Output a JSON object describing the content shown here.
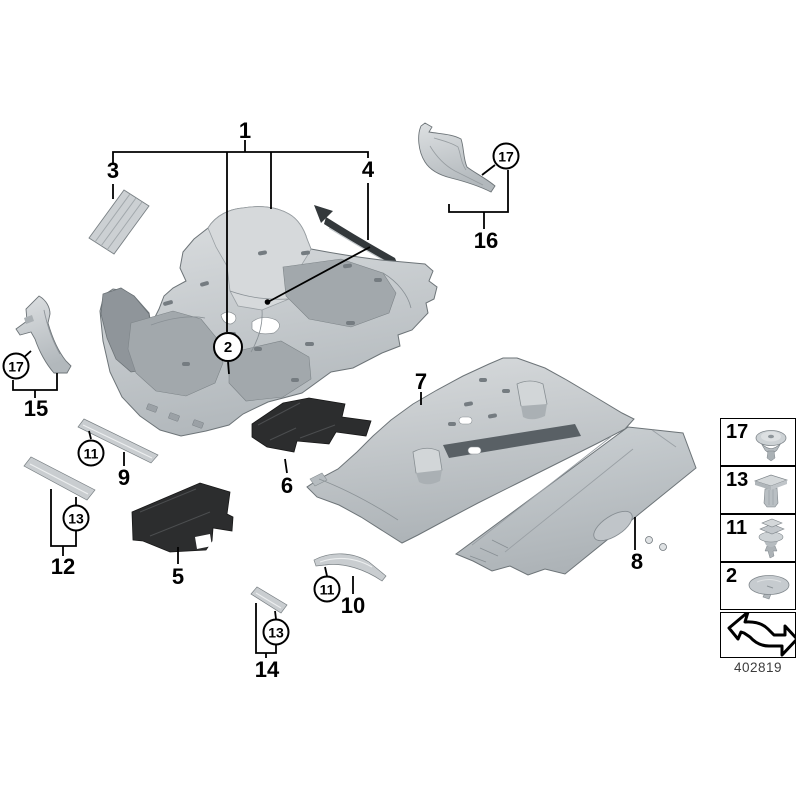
{
  "figure": {
    "type": "exploded-parts-diagram",
    "callouts": {
      "1": "1",
      "2": "2",
      "3": "3",
      "4": "4",
      "5": "5",
      "6": "6",
      "7": "7",
      "8": "8",
      "9": "9",
      "10": "10",
      "11": "11",
      "12": "12",
      "13": "13",
      "14": "14",
      "15": "15",
      "16": "16",
      "17": "17"
    },
    "legend": {
      "items": [
        {
          "number": "17",
          "icon": "expanding-rivet-icon"
        },
        {
          "number": "13",
          "icon": "expanding-nut-icon"
        },
        {
          "number": "11",
          "icon": "clip-with-washer-icon"
        },
        {
          "number": "2",
          "icon": "cover-cap-icon"
        }
      ],
      "footer_icon": "bent-arrow-icon",
      "diagram_number": "402819"
    },
    "colors": {
      "part_gray": "#c6cbce",
      "part_gray_light": "#dde0e2",
      "insulation_dark": "#2c2d2e",
      "line_black": "#000000"
    }
  }
}
